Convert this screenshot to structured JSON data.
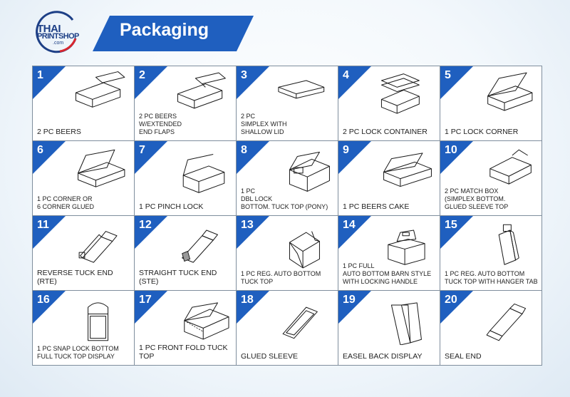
{
  "brand": {
    "line1": "THAI",
    "line2": "PRINTSHOP",
    "line3": ".com",
    "ring_colors": [
      "#1d3f86",
      "#d9262e"
    ]
  },
  "header": {
    "title": "Packaging",
    "banner_color": "#1f5fbf"
  },
  "colors": {
    "corner": "#1f5fbf",
    "grid_line": "#7f8e9d",
    "outline": "#1a1a1a"
  },
  "items": [
    {
      "num": "1",
      "label": "2 PC BEERS",
      "icon": "two-piece-tray-icon"
    },
    {
      "num": "2",
      "label": "2 PC BEERS\nW/EXTENDED\nEND FLAPS",
      "icon": "two-piece-tray-flaps-icon"
    },
    {
      "num": "3",
      "label": "2 PC\nSIMPLEX WITH\nSHALLOW LID",
      "icon": "shallow-lid-box-icon"
    },
    {
      "num": "4",
      "label": "2 PC LOCK CONTAINER",
      "icon": "lock-container-icon"
    },
    {
      "num": "5",
      "label": "1 PC LOCK CORNER",
      "icon": "lock-corner-box-icon"
    },
    {
      "num": "6",
      "label": "1 PC CORNER OR\n6 CORNER GLUED",
      "icon": "corner-glued-box-icon"
    },
    {
      "num": "7",
      "label": "1 PC PINCH LOCK",
      "icon": "pinch-lock-box-icon"
    },
    {
      "num": "8",
      "label": "1 PC\nDBL LOCK\nBOTTOM. TUCK TOP (PONY)",
      "icon": "double-lock-box-icon"
    },
    {
      "num": "9",
      "label": "1 PC BEERS CAKE",
      "icon": "cake-box-icon"
    },
    {
      "num": "10",
      "label": "2 PC MATCH BOX\n(SIMPLEX BOTTOM.\nGLUED SLEEVE TOP",
      "icon": "match-box-icon"
    },
    {
      "num": "11",
      "label": "REVERSE TUCK END (RTE)",
      "icon": "reverse-tuck-box-icon"
    },
    {
      "num": "12",
      "label": "STRAIGHT TUCK END (STE)",
      "icon": "straight-tuck-box-icon"
    },
    {
      "num": "13",
      "label": "1 PC REG. AUTO BOTTOM\nTUCK TOP",
      "icon": "auto-bottom-box-icon"
    },
    {
      "num": "14",
      "label": "1 PC FULL\nAUTO BOTTOM BARN STYLE\nWITH LOCKING HANDLE",
      "icon": "barn-handle-box-icon"
    },
    {
      "num": "15",
      "label": "1 PC REG. AUTO BOTTOM\nTUCK TOP WITH HANGER TAB",
      "icon": "hanger-tab-box-icon"
    },
    {
      "num": "16",
      "label": "1 PC SNAP LOCK BOTTOM\nFULL TUCK TOP DISPLAY",
      "icon": "display-box-icon"
    },
    {
      "num": "17",
      "label": "1 PC FRONT FOLD TUCK TOP",
      "icon": "front-fold-box-icon"
    },
    {
      "num": "18",
      "label": "GLUED SLEEVE",
      "icon": "glued-sleeve-icon"
    },
    {
      "num": "19",
      "label": "EASEL BACK DISPLAY",
      "icon": "easel-back-icon"
    },
    {
      "num": "20",
      "label": "SEAL END",
      "icon": "seal-end-box-icon"
    }
  ]
}
